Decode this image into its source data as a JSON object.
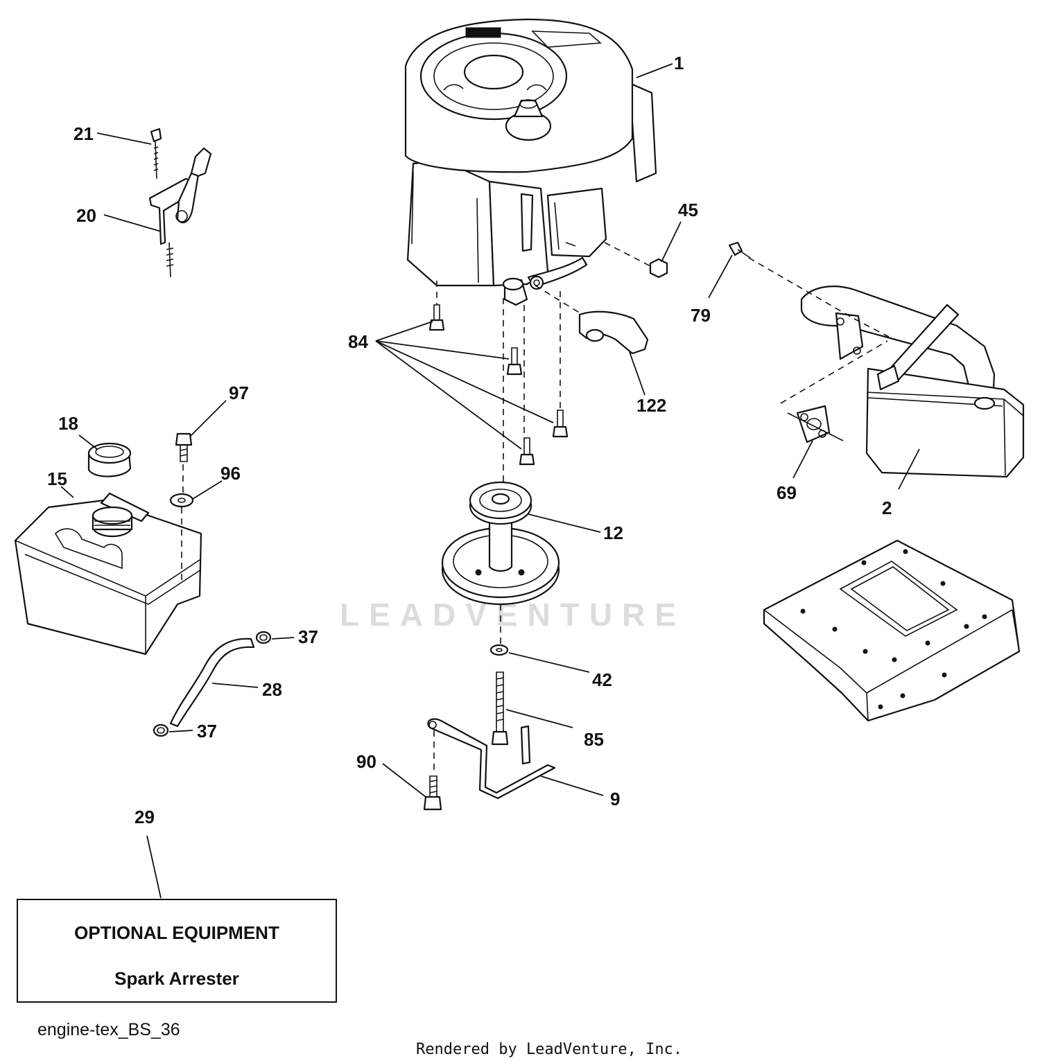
{
  "watermark": "LEADVENTURE",
  "callouts": {
    "engine": "1",
    "muffler": "2",
    "engine_pulley_bracket": "9",
    "engine_pulley": "12",
    "fuel_tank": "15",
    "fuel_cap": "18",
    "throttle_control": "20",
    "throttle_screw": "21",
    "fuel_line": "28",
    "optional_equipment": "29",
    "clamp_top": "37",
    "clamp_bottom": "37",
    "washer_42": "42",
    "nut_45": "45",
    "gasket": "69",
    "screw_79": "79",
    "engine_bolts": "84",
    "bolt_85": "85",
    "bolt_90": "90",
    "washer_96": "96",
    "bolt_97": "97",
    "heat_shield": "122"
  },
  "optional_box": {
    "heading": "OPTIONAL EQUIPMENT",
    "item": "Spark Arrester"
  },
  "diagram_id": "engine-tex_BS_36",
  "rendered_by": "Rendered by LeadVenture, Inc."
}
